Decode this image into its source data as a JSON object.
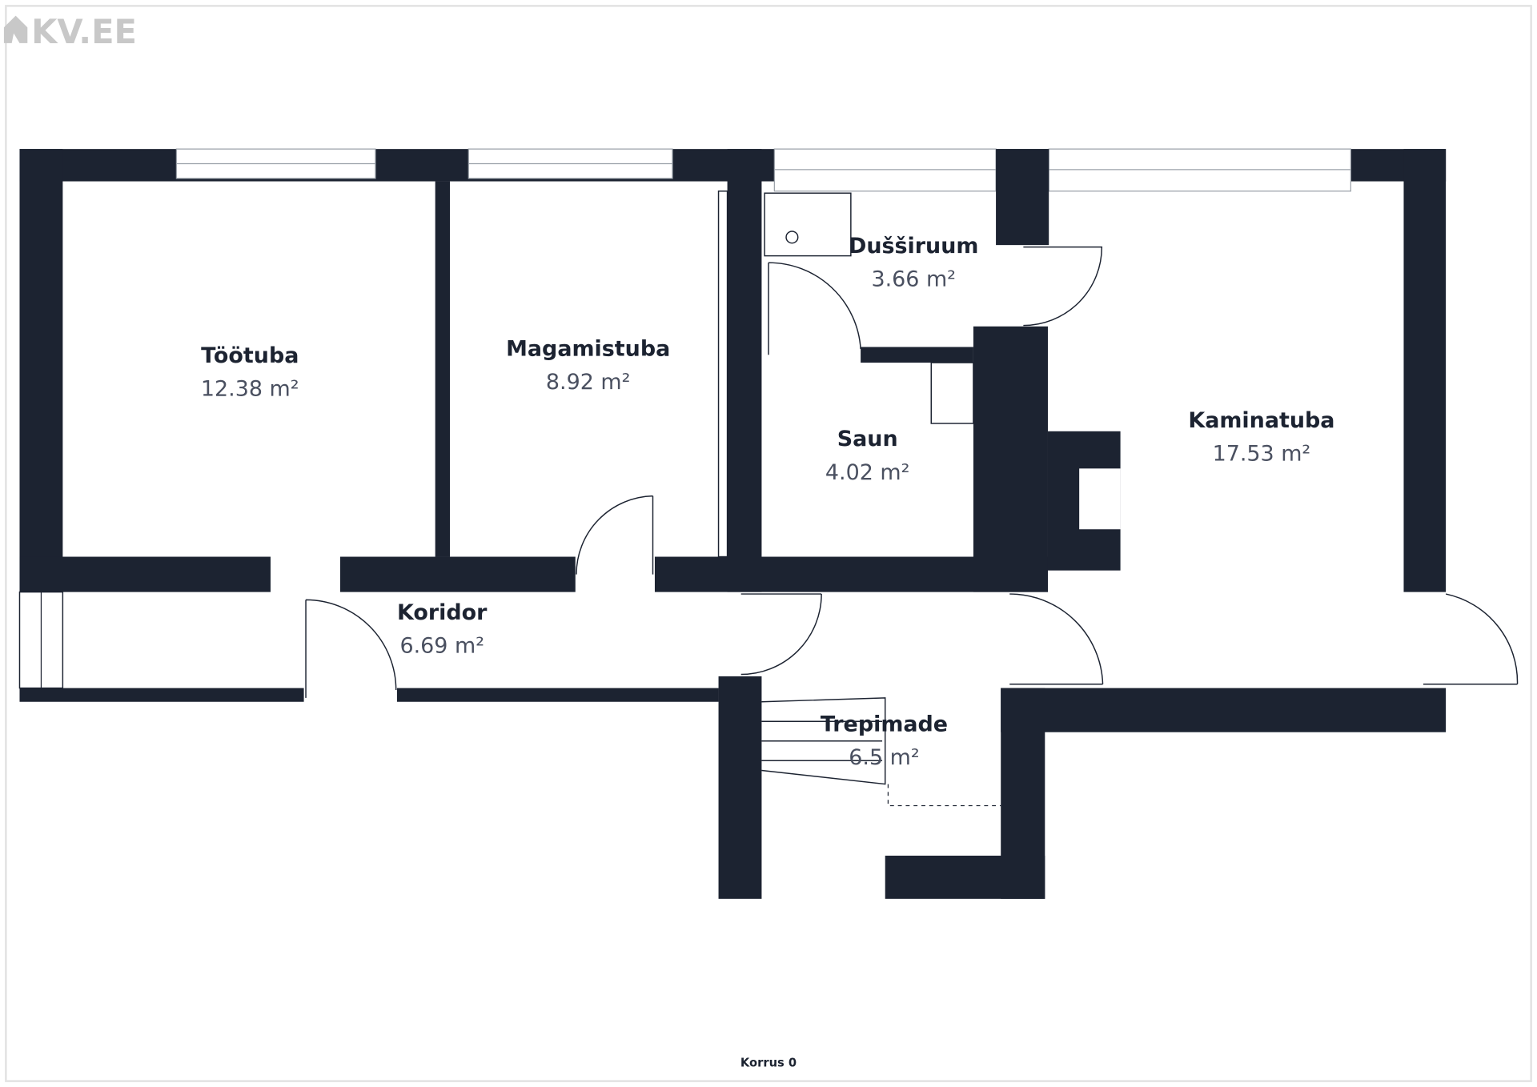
{
  "brand": {
    "logo_text": "KV.EE"
  },
  "floor_label": "Korrus 0",
  "rooms": [
    {
      "name": "Töötuba",
      "area": "12.38 m²"
    },
    {
      "name": "Magamistuba",
      "area": "8.92 m²"
    },
    {
      "name": "Dušširuum",
      "area": "3.66 m²"
    },
    {
      "name": "Saun",
      "area": "4.02 m²"
    },
    {
      "name": "Kaminatuba",
      "area": "17.53 m²"
    },
    {
      "name": "Koridor",
      "area": "6.69 m²"
    },
    {
      "name": "Trepimade",
      "area": "6.5 m²"
    }
  ],
  "colors": {
    "wall": "#1c2331",
    "logo": "#c8c8c8"
  }
}
